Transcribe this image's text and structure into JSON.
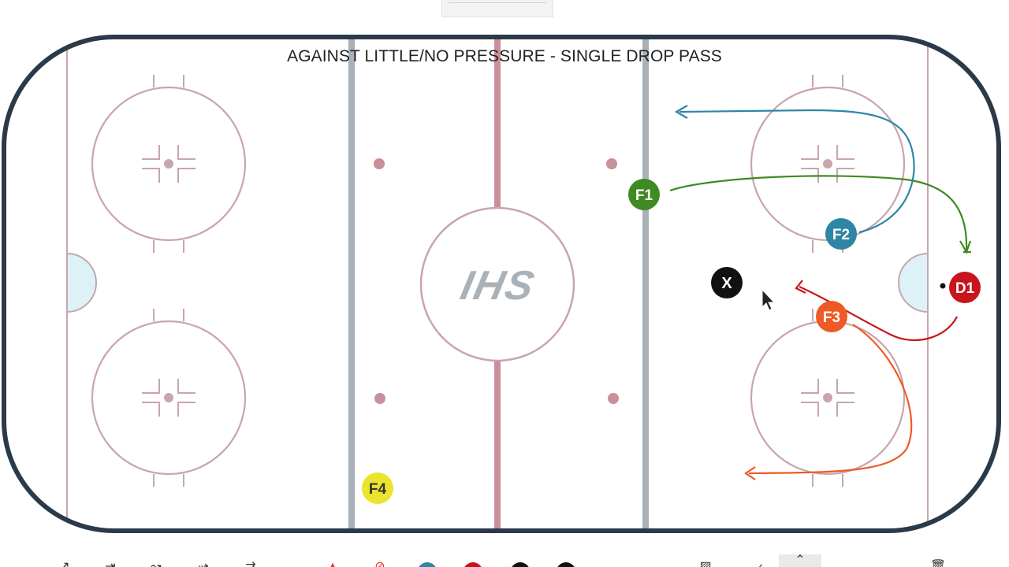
{
  "diagram": {
    "title": "AGAINST LITTLE/NO PRESSURE - SINGLE DROP PASS",
    "logo_text": "IHS"
  },
  "players": [
    {
      "id": "f1",
      "label": "F1",
      "color": "#3f8a22"
    },
    {
      "id": "f2",
      "label": "F2",
      "color": "#2f86a4"
    },
    {
      "id": "f3",
      "label": "F3",
      "color": "#ee5a26"
    },
    {
      "id": "f4",
      "label": "F4",
      "color": "#ece32c",
      "text_color": "#333333"
    },
    {
      "id": "d1",
      "label": "D1",
      "color": "#c8141c"
    },
    {
      "id": "x",
      "label": "X",
      "color": "#111111"
    }
  ],
  "colors": {
    "rink_border": "#2b3a48",
    "rink_lines": "#c9a5ac",
    "red_line": "#c98f9a",
    "blue_line": "#a8b0b8",
    "crease": "#dcf2f7",
    "logo": "#aab2b9"
  },
  "toolbar": {
    "tools": [
      {
        "name": "arrow-tool-icon",
        "glyph": "↗"
      },
      {
        "name": "stop-arrow-tool-icon",
        "glyph": "⇥"
      },
      {
        "name": "wavy-arrow-tool-icon",
        "glyph": "↝"
      },
      {
        "name": "pass-arrow-tool-icon",
        "glyph": "⇢"
      },
      {
        "name": "shot-arrow-tool-icon",
        "glyph": "⇉"
      },
      {
        "name": "cone-tool-icon",
        "glyph": "▲",
        "color": "#e0392b"
      },
      {
        "name": "puck-tool-icon",
        "glyph": "⊘",
        "color": "#e0392b"
      },
      {
        "name": "blue-player-tool-icon",
        "dot": "#2f86a4"
      },
      {
        "name": "red-player-tool-icon",
        "dot": "#c8141c"
      },
      {
        "name": "black-player-tool-icon",
        "dot": "#111111"
      },
      {
        "name": "black-player-alt-tool-icon",
        "dot": "#111111"
      },
      {
        "name": "pattern-tool-icon",
        "glyph": "▨"
      },
      {
        "name": "back-tool-icon",
        "glyph": "‹"
      },
      {
        "name": "pointer-tool-icon",
        "glyph": "⌃",
        "selected": true
      },
      {
        "name": "delete-tool-icon",
        "glyph": "🗑"
      }
    ]
  }
}
